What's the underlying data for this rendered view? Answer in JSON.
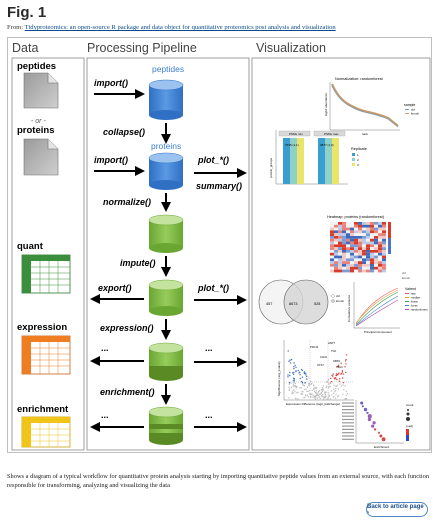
{
  "page": {
    "fig_title": "Fig. 1",
    "from_prefix": "From: ",
    "from_link": "Tidyproteomics: an open-source R package and data object for quantitative proteomics post analysis and visualization",
    "caption": "Shows a diagram of a typical workflow for quantitative protein analysis starting by importing quantitative peptide values from an external source, with each function responsible for transforming, analyzing and visualizing the data",
    "back_button": "Back to article page ›"
  },
  "diagram": {
    "headers": {
      "data": "Data",
      "pipeline": "Processing Pipeline",
      "visualization": "Visualization"
    },
    "data_items": {
      "peptides": "peptides",
      "or": "- or -",
      "proteins": "proteins",
      "quant": "quant",
      "expression": "expression",
      "enrichment": "enrichment"
    },
    "cylinder_labels": {
      "peptides": "peptides",
      "proteins": "proteins"
    },
    "functions": {
      "import": "import()",
      "collapse": "collapse()",
      "plot": "plot_*()",
      "summary": "summary()",
      "normalize": "normalize()",
      "impute": "impute()",
      "export": "export()",
      "expression": "expression()",
      "enrichment": "enrichment()",
      "ellipsis": "..."
    },
    "colors": {
      "blue": "#3d7fd3",
      "green": "#7dbb42",
      "olive": "#5a8a24",
      "quant_grid": "#3b8f3c",
      "expression_grid": "#ef7d22",
      "enrichment_grid": "#f0c419"
    },
    "viz": {
      "norm_title": "Normalization: randomforest",
      "norm_legend_title": "sample",
      "norm_legend": [
        "ctrl",
        "knock"
      ],
      "rank_label": "rank",
      "log_label": "log10 abundance",
      "replicate_title": "Replicate",
      "replicate_items": [
        "1",
        "2",
        "3"
      ],
      "bar_cap_left": "PSMs min",
      "bar_cap_right": "PSMs max",
      "bar_value_left": "3735 (1.1)",
      "bar_value_right": "3877 (1.0)",
      "bar_ylabel": "protein_groups",
      "heatmap_title": "Heatmap: proteins (randomforest)",
      "venn_left": "457",
      "venn_mid": "8673",
      "venn_right": "528",
      "venn_legend": [
        "ctrl",
        "knock"
      ],
      "cv_legend_title": "Vairent",
      "cv_legend": [
        "raw",
        "median",
        "linear",
        "loess",
        "randomforest"
      ],
      "cv_ylabel": "Cumulative variance",
      "pca_xlabel": "Principal Component",
      "volcano_xlabel": "Expression Difference (log2_foldchange)",
      "volcano_ylabel": "Significance (-log_pvalue)",
      "volcano_genes": [
        "HSPT",
        "PDC14",
        "TGF",
        "CAN1",
        "GBP2",
        "OTS7",
        "TAG3"
      ],
      "dot_xlabel": "Enrichment",
      "dot_legend_count": "count",
      "dot_legend_p": "p.adj"
    }
  }
}
